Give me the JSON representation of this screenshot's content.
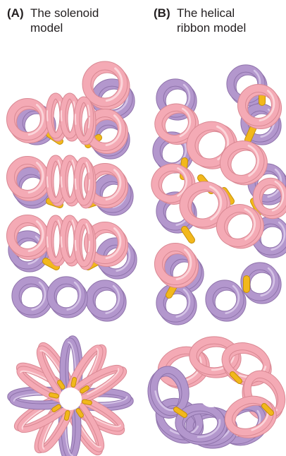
{
  "panels": [
    {
      "tag": "(A)",
      "line1": "The solenoid",
      "line2": "model"
    },
    {
      "tag": "(B)",
      "line1": "The helical",
      "line2": "ribbon model"
    }
  ],
  "colors": {
    "pink": "#f4aab5",
    "pink_light": "#fbd5da",
    "pink_dark": "#d98893",
    "purple": "#b397cd",
    "purple_dark": "#8f73ab",
    "linker": "#f2b81c"
  }
}
